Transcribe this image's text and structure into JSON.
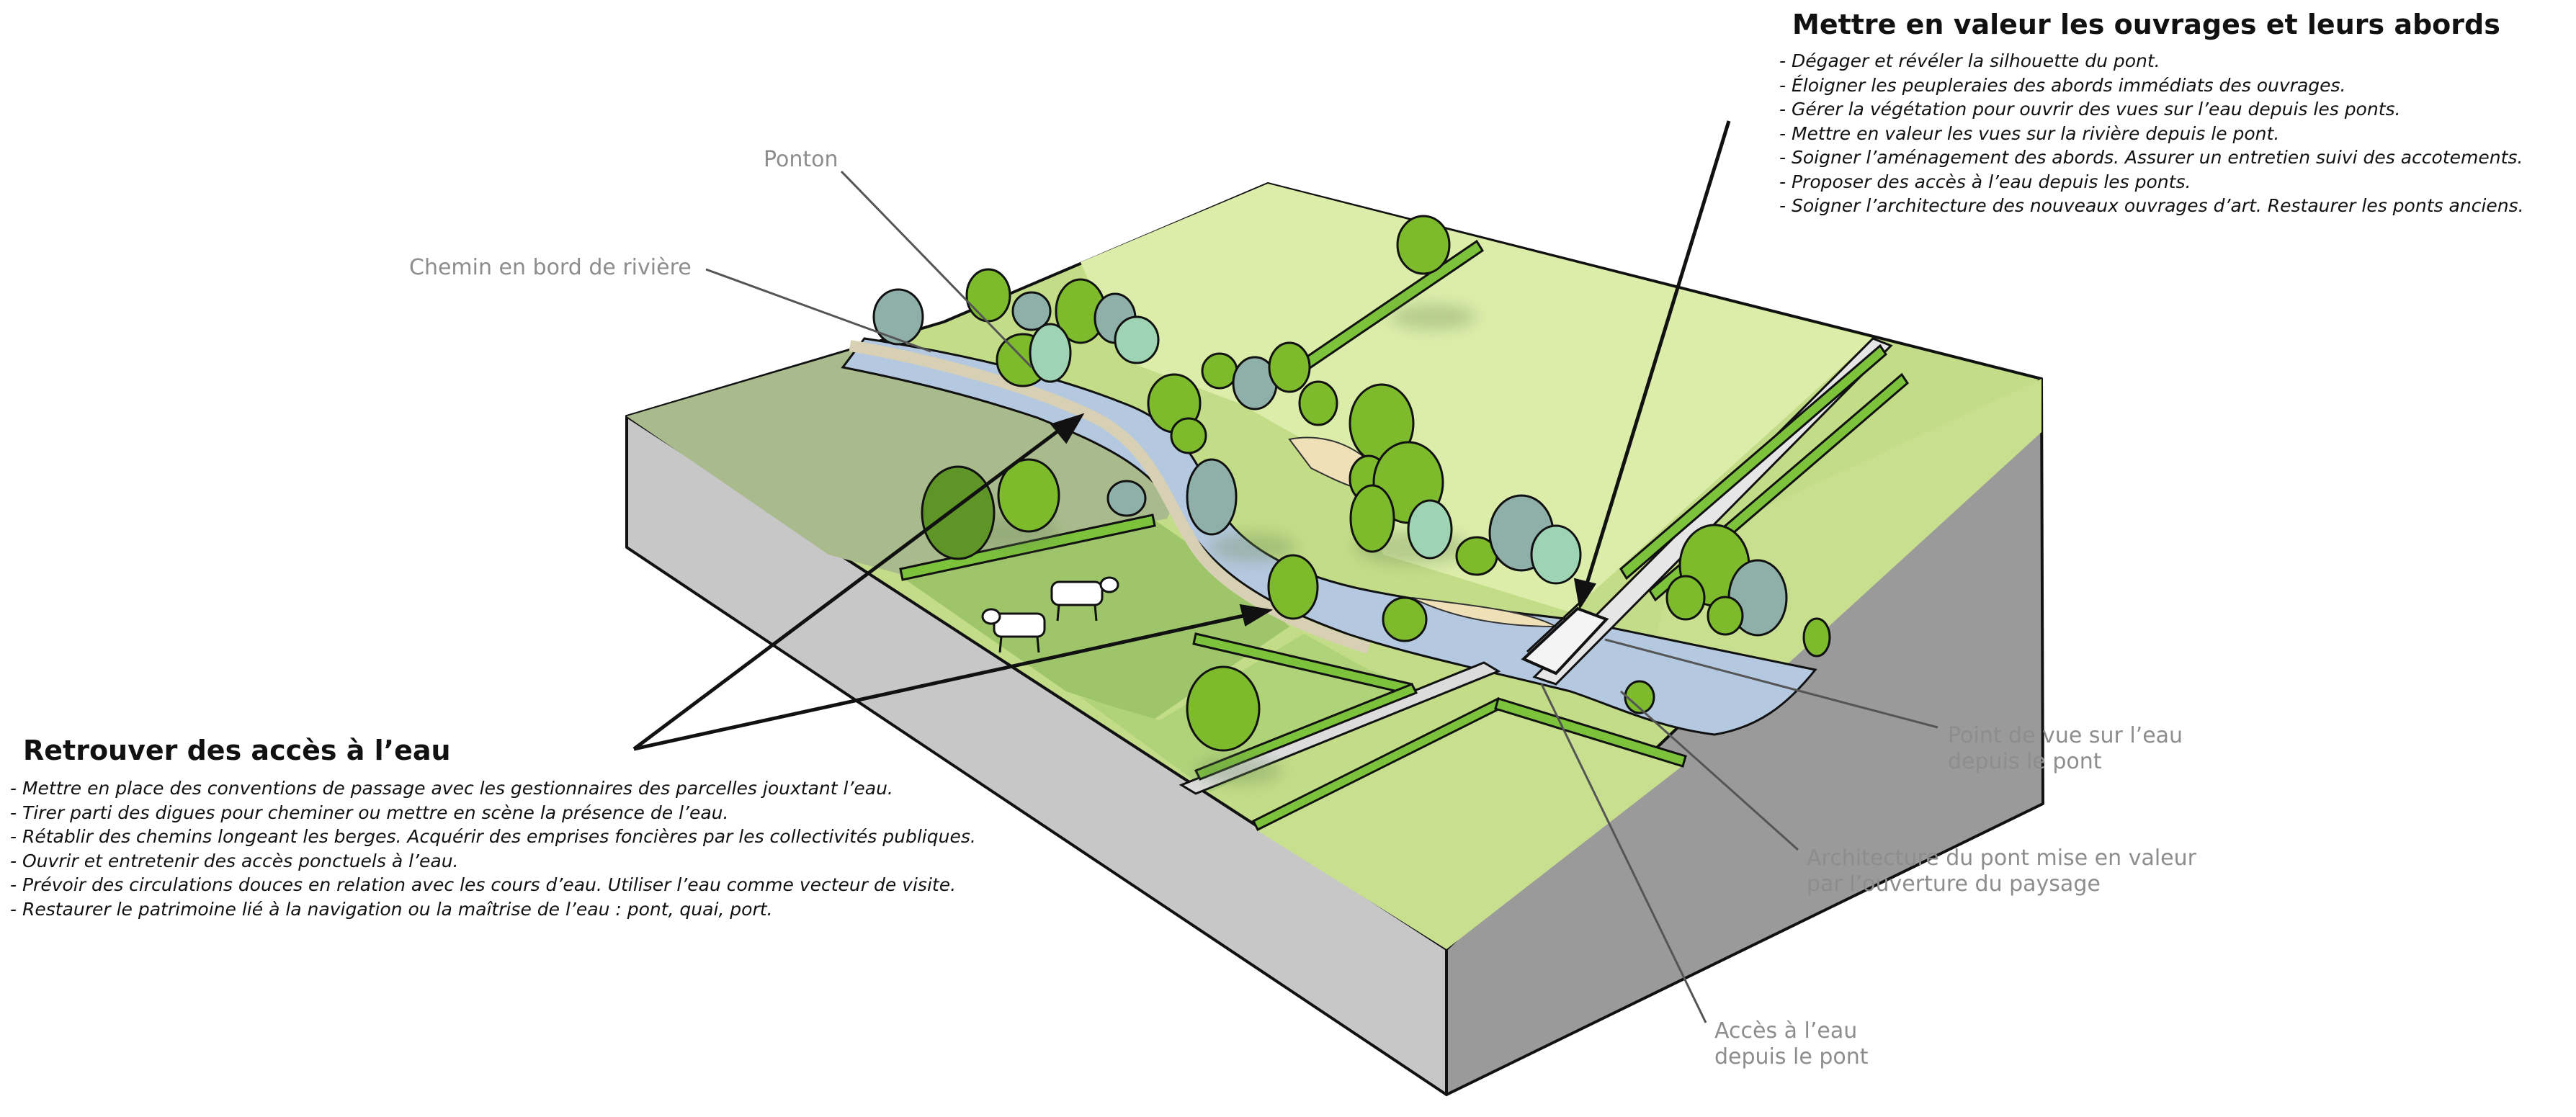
{
  "panels": {
    "top": {
      "heading": "Mettre en valeur les ouvrages et leurs abords",
      "bullets": [
        "- Dégager et révéler la silhouette du pont.",
        "- Éloigner les peupleraies des abords immédiats des ouvrages.",
        "- Gérer la végétation pour ouvrir des vues sur l’eau depuis les ponts.",
        "- Mettre en valeur les vues sur la rivière depuis le pont.",
        "- Soigner l’aménagement des abords. Assurer un entretien suivi des accotements.",
        "- Proposer des accès à l’eau depuis les ponts.",
        "- Soigner l’architecture des nouveaux ouvrages d’art. Restaurer les ponts anciens."
      ]
    },
    "left": {
      "heading": "Retrouver des accès à l’eau",
      "bullets": [
        "- Mettre en place des conventions de passage avec les gestionnaires des parcelles jouxtant l’eau.",
        "- Tirer parti des digues pour cheminer ou mettre en scène la présence de l’eau.",
        "- Rétablir des chemins longeant les berges. Acquérir des emprises foncières par les collectivités publiques.",
        "- Ouvrir et entretenir des accès ponctuels à l’eau.",
        "- Prévoir des circulations douces en relation avec les cours d’eau. Utiliser l’eau comme vecteur de visite.",
        "- Restaurer le patrimoine lié à la navigation ou la maîtrise de l’eau : pont, quai, port."
      ]
    }
  },
  "labels": {
    "ponton": "Ponton",
    "chemin": "Chemin en bord de rivière",
    "point_de_vue": [
      "Point de vue sur l’eau",
      "depuis le pont"
    ],
    "architecture": [
      "Architecture du pont mise en valeur",
      "par l’ouverture du paysage"
    ],
    "acces": [
      "Accès à l’eau",
      "depuis le pont"
    ]
  },
  "colors": {
    "field_light": "#dcedaa",
    "field_mid": "#c2dc88",
    "field_olive": "#a9bb8c",
    "field_green": "#9fc56b",
    "hedge": "#7cc23b",
    "water": "#b4c8df",
    "sand": "#efe0b8",
    "block_side": "#c7c7c7",
    "block_side_dark": "#9a9a9a",
    "tree_green": "#7dbb2c",
    "tree_dark": "#5f9526",
    "tree_bluegrey": "#8fb0a8",
    "tree_mint": "#9ed4b4",
    "label_grey": "#8d8d8d"
  }
}
